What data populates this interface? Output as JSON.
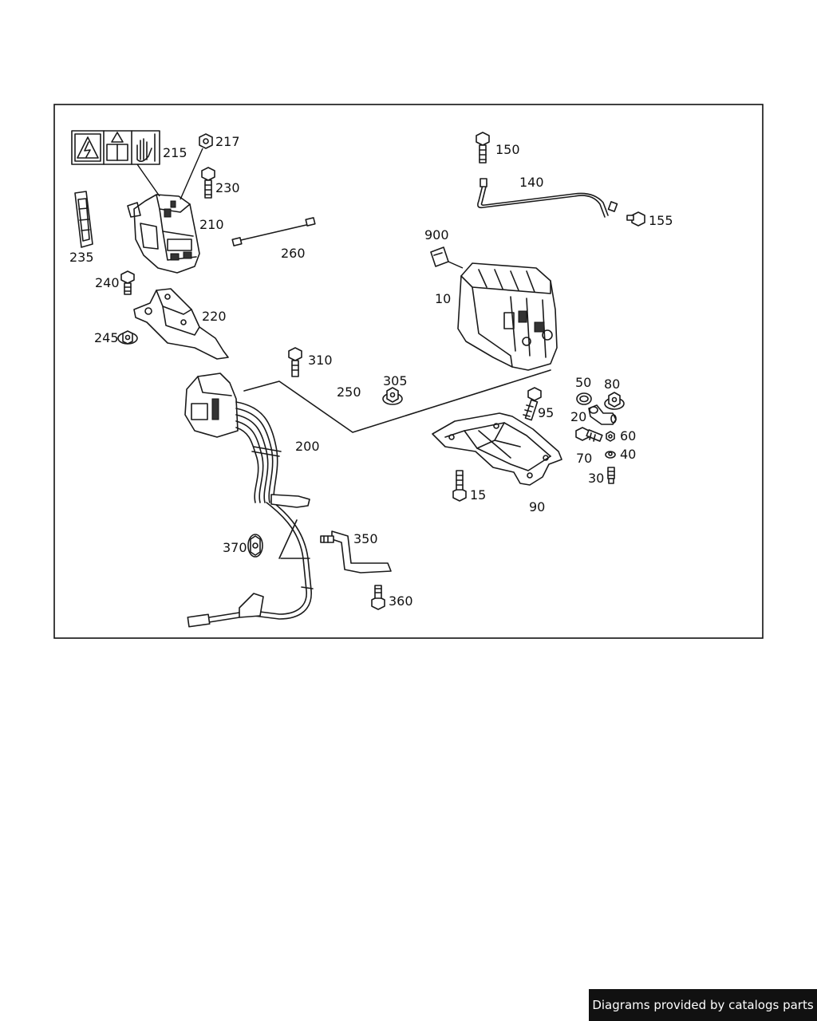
{
  "diagram": {
    "callouts": {
      "c10": "10",
      "c15": "15",
      "c20": "20",
      "c30": "30",
      "c40": "40",
      "c50": "50",
      "c60": "60",
      "c70": "70",
      "c80": "80",
      "c90": "90",
      "c95": "95",
      "c140": "140",
      "c150": "150",
      "c155": "155",
      "c200": "200",
      "c210": "210",
      "c215": "215",
      "c217": "217",
      "c220": "220",
      "c230": "230",
      "c235": "235",
      "c240": "240",
      "c245": "245",
      "c250": "250",
      "c260": "260",
      "c305": "305",
      "c310": "310",
      "c350": "350",
      "c360": "360",
      "c370": "370",
      "c900": "900"
    }
  },
  "footer": {
    "credit": "Diagrams provided by catalogs parts"
  },
  "colors": {
    "line": "#1a1a1a",
    "credit_background": "#111111",
    "credit_text": "#ffffff"
  }
}
